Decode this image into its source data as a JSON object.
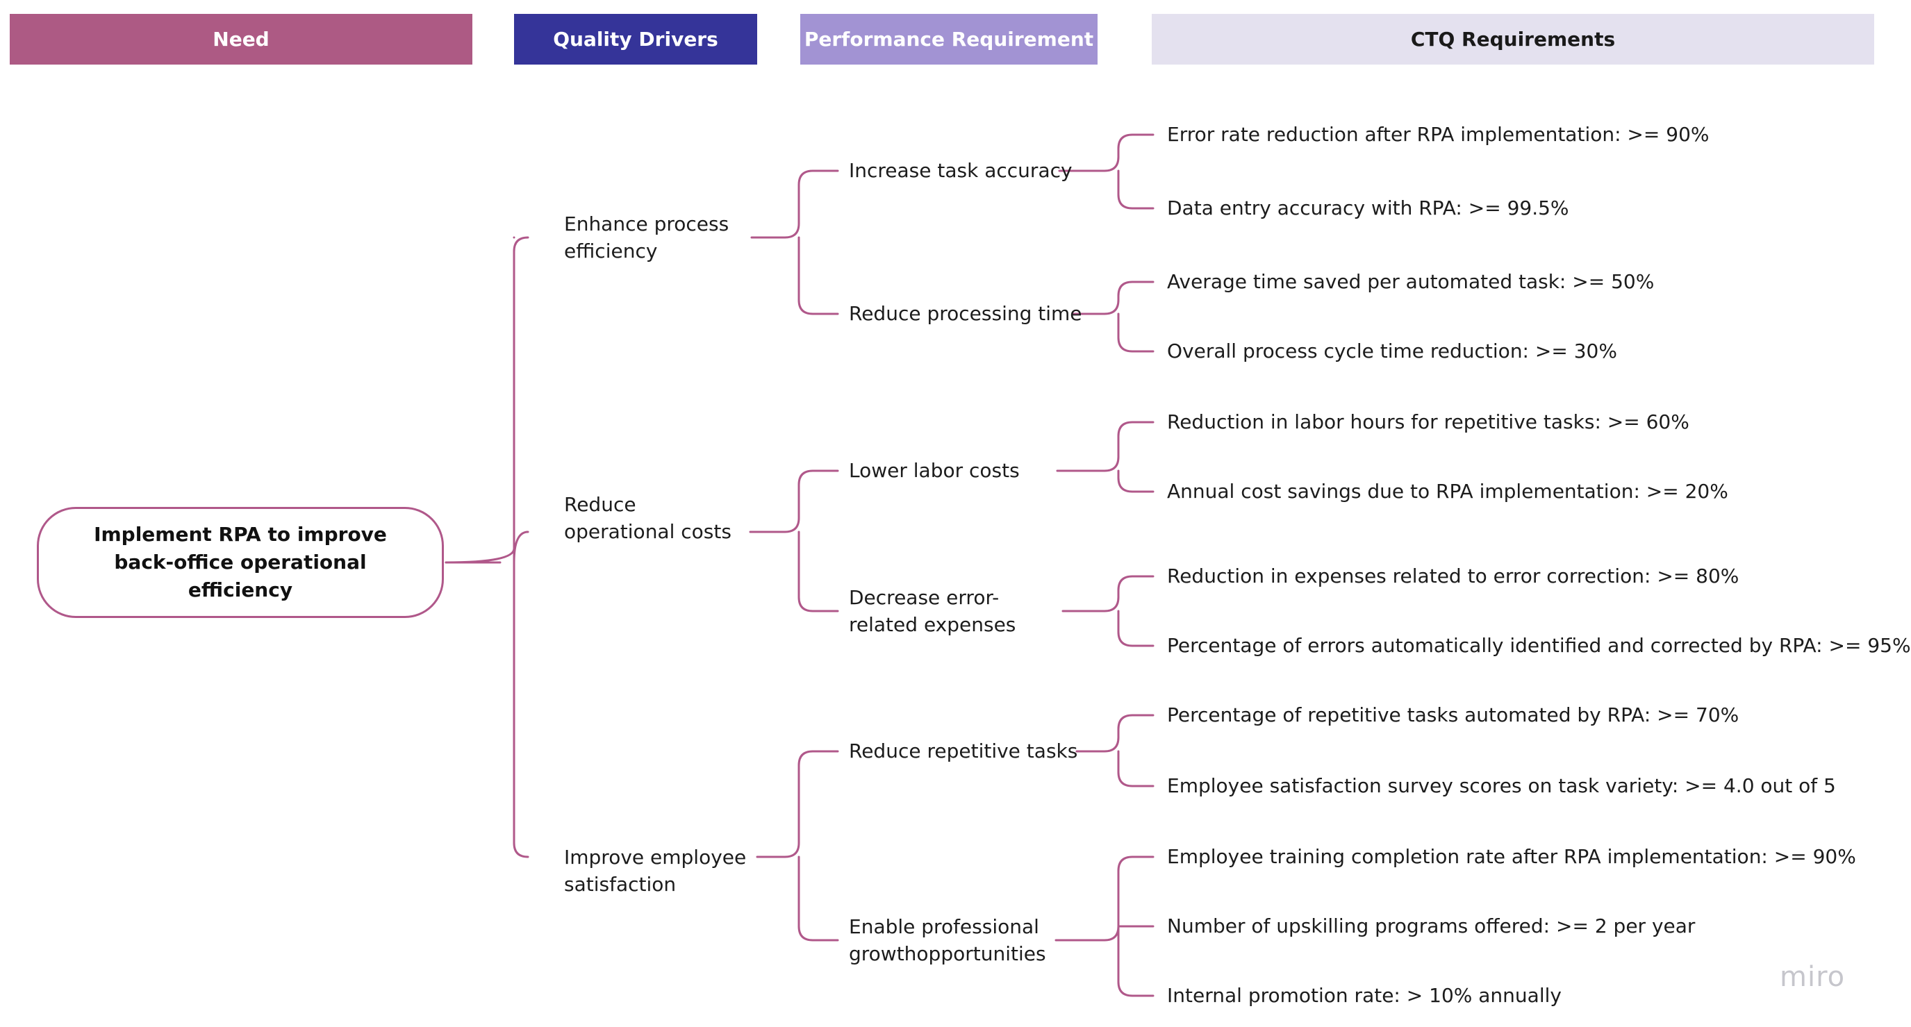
{
  "headers": {
    "need": "Need",
    "quality_drivers": "Quality Drivers",
    "performance": "Performance Requirement",
    "ctq": "CTQ Requirements"
  },
  "colors": {
    "need_header": "#ad5a84",
    "quality_header": "#353499",
    "performance_header": "#a293d3",
    "ctq_header": "#e4e1ef",
    "connector": "#b0588a"
  },
  "need": "Implement RPA to improve back-office operational efficiency",
  "drivers": [
    {
      "label": "Enhance process efficiency",
      "requirements": [
        {
          "label": "Increase task accuracy",
          "ctqs": [
            "Error rate reduction after RPA implementation: >= 90%",
            "Data entry accuracy with RPA: >= 99.5%"
          ]
        },
        {
          "label": "Reduce processing time",
          "ctqs": [
            "Average time saved per automated task: >= 50%",
            "Overall process cycle time reduction: >= 30%"
          ]
        }
      ]
    },
    {
      "label": "Reduce operational costs",
      "requirements": [
        {
          "label": "Lower labor costs",
          "ctqs": [
            "Reduction in labor hours for repetitive tasks: >= 60%",
            "Annual cost savings due to RPA implementation: >= 20%"
          ]
        },
        {
          "label": "Decrease error-related expenses",
          "ctqs": [
            "Reduction in expenses related to error correction: >= 80%",
            "Percentage of errors automatically identified and corrected by RPA: >= 95%"
          ]
        }
      ]
    },
    {
      "label": "Improve employee satisfaction",
      "requirements": [
        {
          "label": "Reduce repetitive tasks",
          "ctqs": [
            "Percentage of repetitive tasks automated by RPA: >= 70%",
            "Employee satisfaction survey scores on task variety: >= 4.0 out of 5"
          ]
        },
        {
          "label": "Enable professional growthopportunities",
          "ctqs": [
            "Employee training completion rate after RPA implementation: >= 90%",
            "Number of upskilling programs offered: >= 2 per year",
            "Internal promotion rate: > 10% annually"
          ]
        }
      ]
    }
  ],
  "watermark": "miro"
}
